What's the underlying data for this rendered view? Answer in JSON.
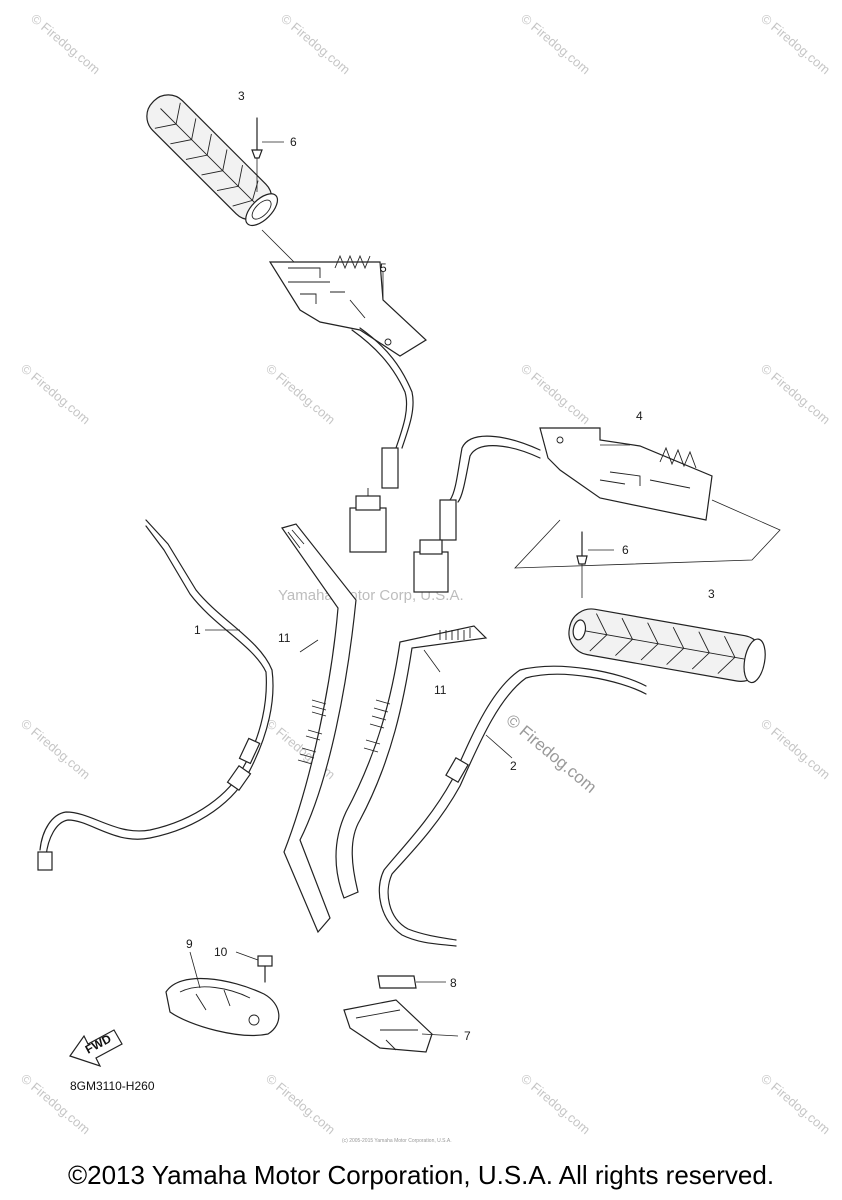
{
  "callouts": {
    "c3a": "3",
    "c6a": "6",
    "c5": "5",
    "c4": "4",
    "c6b": "6",
    "c3b": "3",
    "c1": "1",
    "c11a": "11",
    "c11b": "11",
    "c2": "2",
    "c9": "9",
    "c10": "10",
    "c8": "8",
    "c7": "7"
  },
  "fwd_label": "FWD",
  "diagram_code": "8GM3110-H260",
  "watermarks": {
    "tile": "© Firedog.com",
    "center": "Yamaha Motor Corp, U.S.A.",
    "firedog": "© Firedog.com"
  },
  "fine_print": "(c) 2005-2015 Yamaha Motor Corporation, U.S.A.",
  "copyright": "©2013 Yamaha Motor Corporation, U.S.A. All rights reserved."
}
